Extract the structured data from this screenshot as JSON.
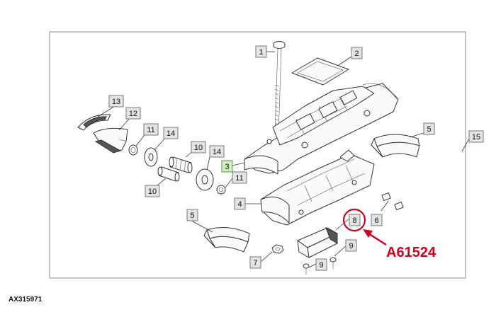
{
  "diagram_code": "AX315971",
  "annotation": {
    "text": "A61524",
    "color": "#d0021b"
  },
  "highlight_color": "#5a9a3c",
  "callouts": [
    {
      "id": "c1",
      "label": "1"
    },
    {
      "id": "c2",
      "label": "2"
    },
    {
      "id": "c3",
      "label": "3"
    },
    {
      "id": "c4",
      "label": "4"
    },
    {
      "id": "c5a",
      "label": "5"
    },
    {
      "id": "c5b",
      "label": "5"
    },
    {
      "id": "c6",
      "label": "6"
    },
    {
      "id": "c7",
      "label": "7"
    },
    {
      "id": "c8",
      "label": "8"
    },
    {
      "id": "c9a",
      "label": "9"
    },
    {
      "id": "c9b",
      "label": "9"
    },
    {
      "id": "c10a",
      "label": "10"
    },
    {
      "id": "c10b",
      "label": "10"
    },
    {
      "id": "c11a",
      "label": "11"
    },
    {
      "id": "c11b",
      "label": "11"
    },
    {
      "id": "c12",
      "label": "12"
    },
    {
      "id": "c13",
      "label": "13"
    },
    {
      "id": "c14a",
      "label": "14"
    },
    {
      "id": "c14b",
      "label": "14"
    },
    {
      "id": "c15",
      "label": "15"
    }
  ]
}
